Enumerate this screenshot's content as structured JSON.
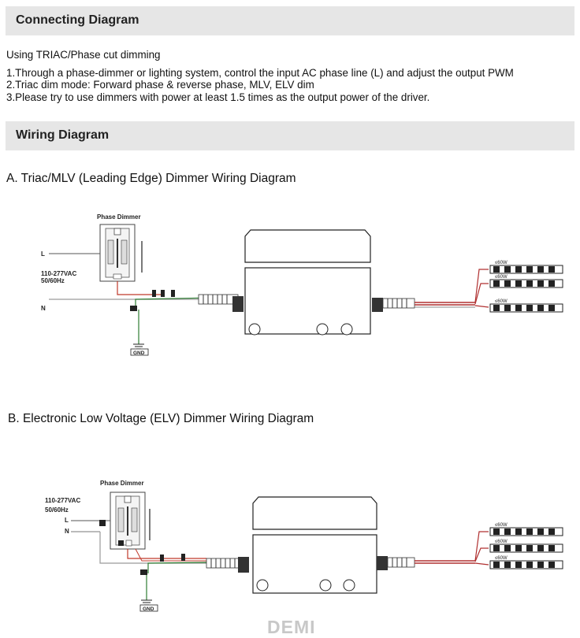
{
  "sections": {
    "connecting": "Connecting Diagram",
    "wiring": "Wiring Diagram"
  },
  "connecting": {
    "intro": "Using TRIAC/Phase cut dimming",
    "notes": [
      "1.Through a  phase-dimmer or lighting system, control the input AC phase line (L) and adjust the output PWM",
      "2.Triac dim mode: Forward phase & reverse phase, MLV, ELV dim",
      "3.Please try to use dimmers with power at least  1.5 times as the output power of the driver."
    ]
  },
  "diagrams": [
    {
      "title": "A. Triac/MLV (Leading Edge) Dimmer Wiring  Diagram",
      "dimmer_label": "Phase Dimmer",
      "line_label": "L",
      "voltage_label": "110-277VAC",
      "freq_label": "50/60Hz",
      "neutral_label": "N",
      "gnd_label": "GND",
      "load_labels": [
        "≤60W",
        "≤60W",
        "≤60W"
      ]
    },
    {
      "title": "B.  Electronic Low Voltage (ELV) Dimmer Wiring Diagram",
      "dimmer_label": "Phase Dimmer",
      "voltage_label": "110-277VAC",
      "freq_label": "50/60Hz",
      "line_label": "L",
      "neutral_label": "N",
      "gnd_label": "GND",
      "load_labels": [
        "≤60W",
        "≤60W",
        "≤60W"
      ]
    }
  ],
  "watermark": "DEMI",
  "colors": {
    "section_bar": "#e6e6e6",
    "live_wire": "#c0392b",
    "neutral_wire": "#999999",
    "ground_wire": "#2e7d32",
    "output_red": "#b03030",
    "driver_fill": "#ffffff",
    "driver_stroke": "#222222"
  }
}
